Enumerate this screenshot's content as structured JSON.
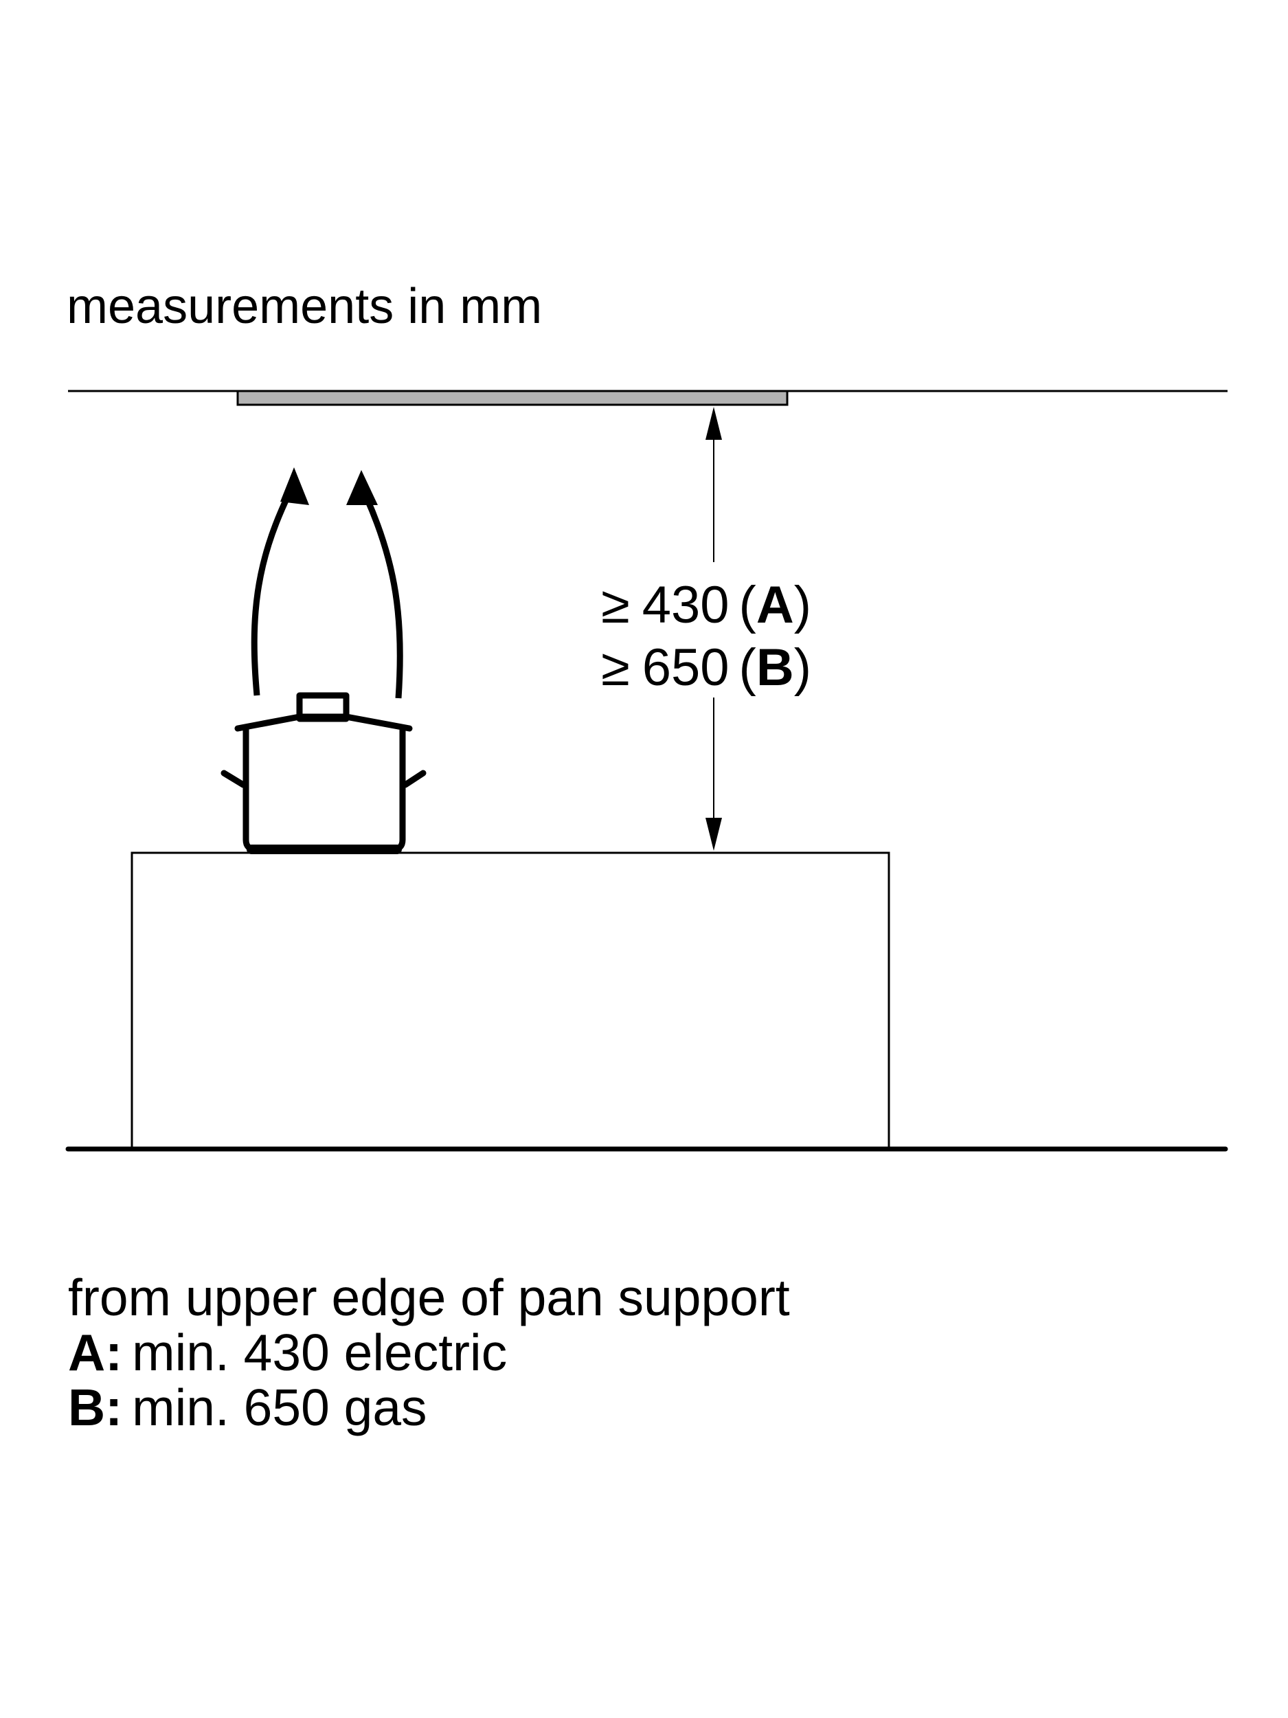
{
  "header": {
    "units_note": "measurements in mm"
  },
  "dimension": {
    "symbol": "≥",
    "line_a": {
      "value": "430",
      "label": "A"
    },
    "line_b": {
      "value": "650",
      "label": "B"
    }
  },
  "legend": {
    "note": "from upper edge of pan support",
    "items": [
      {
        "key": "A:",
        "text": "min. 430 electric"
      },
      {
        "key": "B:",
        "text": "min. 650 gas"
      }
    ]
  },
  "colors": {
    "line": "#000000",
    "hood": "#b3b3b3",
    "background": "#ffffff"
  }
}
